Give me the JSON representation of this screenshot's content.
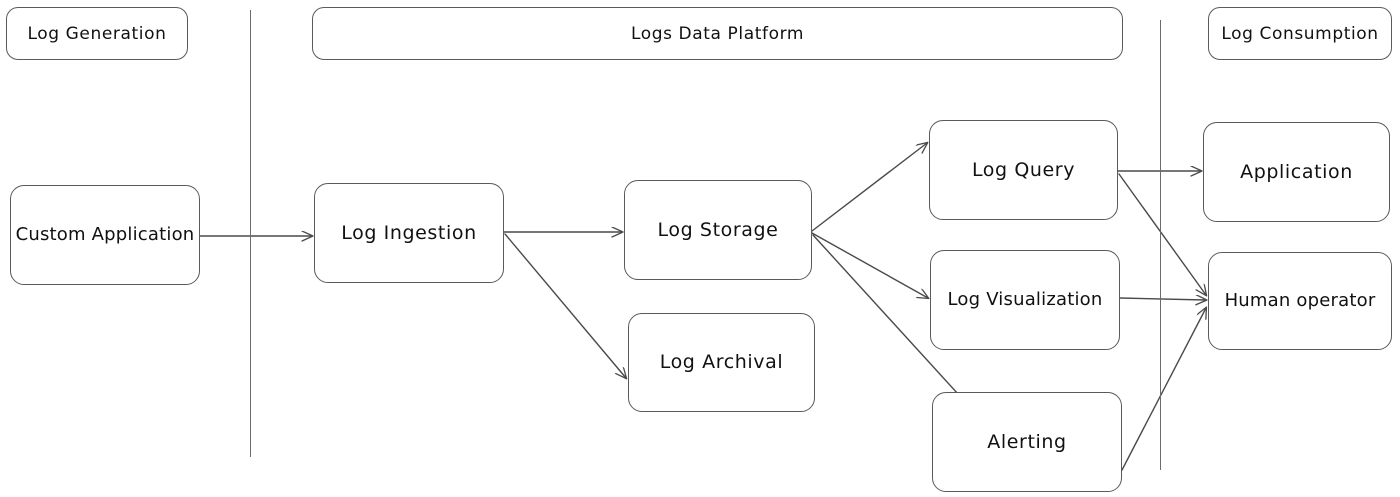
{
  "diagram": {
    "title": "Logs Data Platform",
    "background_color": "#ffffff",
    "stroke_color": "#5a5a5a",
    "text_color": "#111111"
  },
  "group_labels": [
    {
      "id": "log-generation",
      "text": "Log Generation"
    },
    {
      "id": "logs-data-platform",
      "text": "Logs Data Platform"
    },
    {
      "id": "log-consumption",
      "text": "Log Consumption"
    }
  ],
  "nodes": [
    {
      "id": "custom-application",
      "text": "Custom Application"
    },
    {
      "id": "log-ingestion",
      "text": "Log Ingestion"
    },
    {
      "id": "log-storage",
      "text": "Log Storage"
    },
    {
      "id": "log-archival",
      "text": "Log Archival"
    },
    {
      "id": "log-query",
      "text": "Log Query"
    },
    {
      "id": "log-visualization",
      "text": "Log Visualization"
    },
    {
      "id": "alerting",
      "text": "Alerting"
    },
    {
      "id": "application",
      "text": "Application"
    },
    {
      "id": "human-operator",
      "text": "Human operator"
    }
  ],
  "edges": [
    {
      "from": "custom-application",
      "to": "log-ingestion"
    },
    {
      "from": "log-ingestion",
      "to": "log-storage"
    },
    {
      "from": "log-ingestion",
      "to": "log-archival"
    },
    {
      "from": "log-storage",
      "to": "log-query"
    },
    {
      "from": "log-storage",
      "to": "log-visualization"
    },
    {
      "from": "log-storage",
      "to": "alerting"
    },
    {
      "from": "log-query",
      "to": "application"
    },
    {
      "from": "log-query",
      "to": "human-operator"
    },
    {
      "from": "log-visualization",
      "to": "human-operator"
    },
    {
      "from": "alerting",
      "to": "human-operator"
    }
  ],
  "dividers": [
    {
      "id": "generation-platform-divider"
    },
    {
      "id": "platform-consumption-divider"
    }
  ]
}
